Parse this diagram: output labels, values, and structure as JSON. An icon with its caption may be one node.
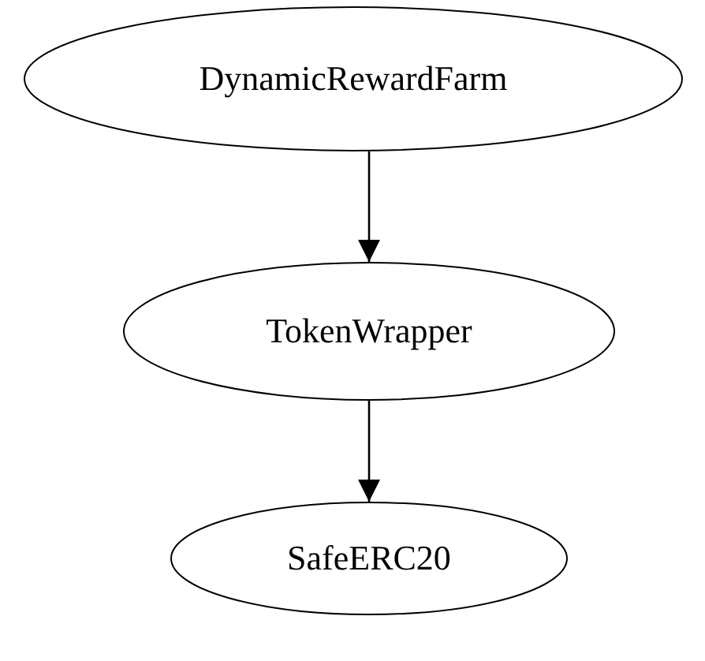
{
  "diagram": {
    "nodes": [
      {
        "text": [
          "DynamicRewardFarm"
        ]
      },
      {
        "text": [
          "TokenWrapper"
        ]
      },
      {
        "text": [
          "SafeERC20"
        ]
      }
    ],
    "edges": [
      {
        "from": 0,
        "to": 1,
        "arrow": "to"
      },
      {
        "from": 1,
        "to": 2,
        "arrow": "to"
      }
    ]
  }
}
